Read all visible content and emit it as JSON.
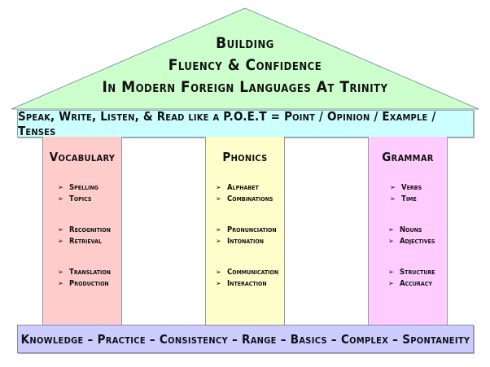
{
  "roof": {
    "lines": [
      "Building",
      "Fluency & Confidence",
      "In Modern Foreign Languages At Trinity"
    ],
    "color": "#ccffcc"
  },
  "banner": {
    "text": "Speak, Write, Listen, & Read like a P.O.E.T = Point / Opinion / Example / Tenses",
    "color": "#ccffff"
  },
  "pillars": [
    {
      "title": "Vocabulary",
      "color": "#ffcccc",
      "groups": [
        [
          "Spelling",
          "Topics"
        ],
        [
          "Recognition",
          "Retrieval"
        ],
        [
          "Translation",
          "Production"
        ]
      ]
    },
    {
      "title": "Phonics",
      "color": "#ffffcc",
      "groups": [
        [
          "Alphabet",
          "Combinations"
        ],
        [
          "Pronunciation",
          "Intonation"
        ],
        [
          "Communication",
          "Interaction"
        ]
      ]
    },
    {
      "title": "Grammar",
      "color": "#ffccff",
      "groups": [
        [
          "Verbs",
          "Time"
        ],
        [
          "Nouns",
          "Adjectives"
        ],
        [
          "Structure",
          "Accuracy"
        ]
      ]
    }
  ],
  "bullet_icon": "arrowhead-bullet",
  "bullet_glyph": "➢",
  "foundation": {
    "text": "Knowledge – Practice – Consistency – Range – Basics – Complex – Spontaneity",
    "color": "#ccccff"
  }
}
